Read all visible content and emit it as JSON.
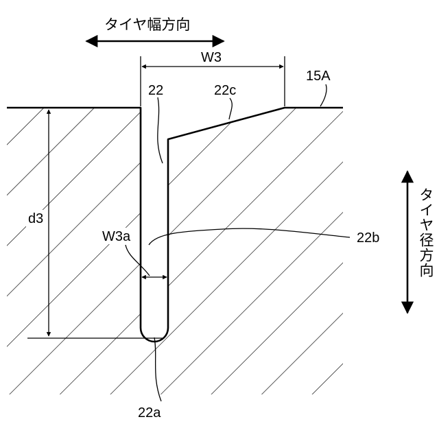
{
  "labels": {
    "width_direction": "タイヤ幅方向",
    "radial_direction": "タイヤ径方向",
    "w3": "W3",
    "tread_surface": "15A",
    "groove": "22",
    "chamfer": "22c",
    "depth": "d3",
    "bottom_width": "W3a",
    "side_wall": "22b",
    "groove_bottom": "22a"
  }
}
